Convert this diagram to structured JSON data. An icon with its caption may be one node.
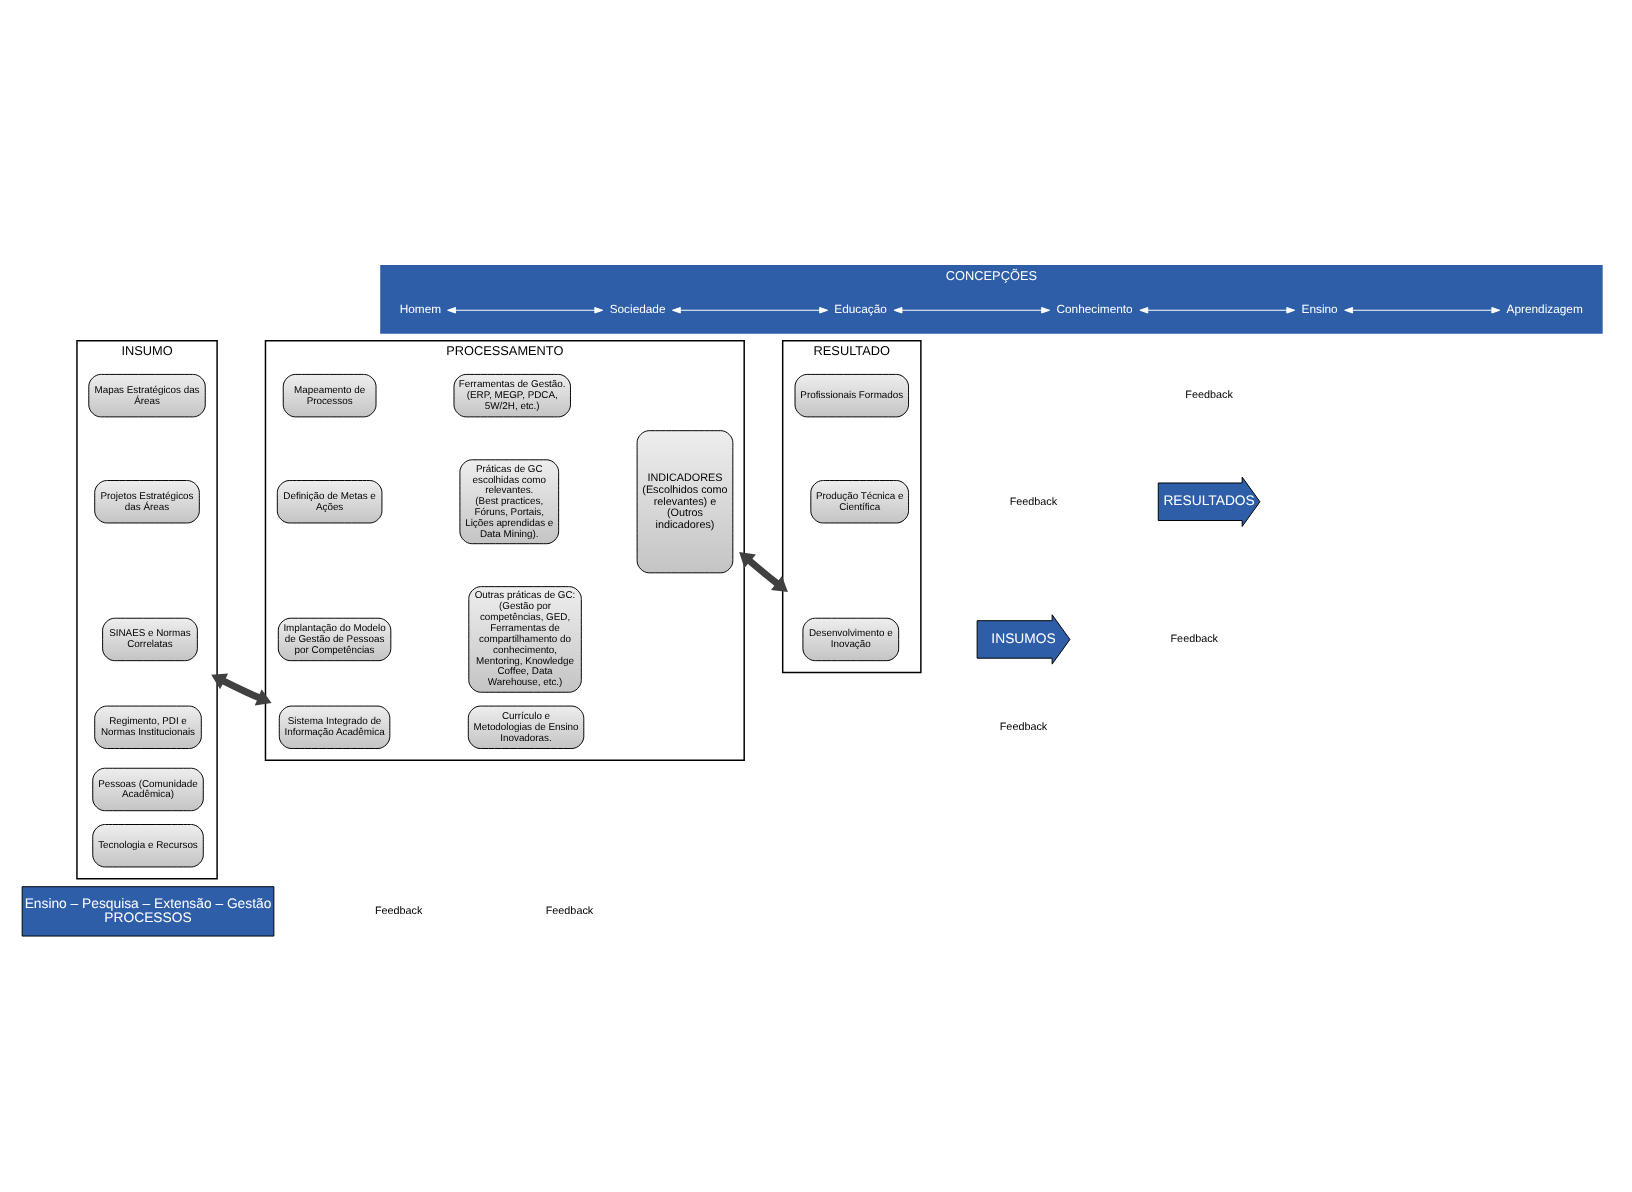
{
  "diagram": {
    "nodes": [
      {
        "text": [
          "CONCEPÇÕES"
        ]
      },
      {
        "text": [
          "Homem"
        ],
        "in": 0
      },
      {
        "text": [
          "Sociedade"
        ],
        "in": 0
      },
      {
        "text": [
          "Educação"
        ],
        "in": 0
      },
      {
        "text": [
          "Conhecimento"
        ],
        "in": 0
      },
      {
        "text": [
          "Ensino"
        ],
        "in": 0
      },
      {
        "text": [
          "Aprendizagem"
        ],
        "in": 0
      },
      {
        "text": [
          "INSUMO"
        ]
      },
      {
        "text": [
          "Mapas Estratégicos das Áreas"
        ],
        "in": 7
      },
      {
        "text": [
          "Projetos Estratégicos das Áreas"
        ],
        "in": 7
      },
      {
        "text": [
          "SINAES e Normas Correlatas"
        ],
        "in": 7
      },
      {
        "text": [
          "Regimento, PDI e Normas Institucionais"
        ],
        "in": 7
      },
      {
        "text": [
          "Pessoas (Comunidade Acadêmica)"
        ],
        "in": 7
      },
      {
        "text": [
          "Tecnologia e Recursos"
        ],
        "in": 7
      },
      {
        "text": [
          "PROCESSAMENTO"
        ]
      },
      {
        "text": [
          "Mapeamento de Processos"
        ],
        "in": 14
      },
      {
        "text": [
          "Definição de Metas e Ações"
        ],
        "in": 14
      },
      {
        "text": [
          "Implantação do Modelo de Gestão de Pessoas por Competências"
        ],
        "in": 14
      },
      {
        "text": [
          "Sistema Integrado de Informação Acadêmica"
        ],
        "in": 14
      },
      {
        "text": [
          "Ferramentas de Gestão.",
          "(ERP, MEGP, PDCA, 5W/2H, etc.)"
        ],
        "in": 14
      },
      {
        "text": [
          "Práticas de GC escolhidas como relevantes.",
          "(Best practices, Fóruns, Portais, Lições aprendidas e Data Mining)."
        ],
        "in": 14
      },
      {
        "text": [
          "Outras práticas de GC:",
          "(Gestão por competências, GED, Ferramentas de compartilhamento do conhecimento, Mentoring, Knowledge Coffee, Data Warehouse, etc.)"
        ],
        "in": 14
      },
      {
        "text": [
          "Currículo e Metodologias de Ensino Inovadoras."
        ],
        "in": 14
      },
      {
        "text": [
          "INDICADORES (Escolhidos como relevantes) e (Outros indicadores)"
        ],
        "in": 14
      },
      {
        "text": [
          "RESULTADO"
        ]
      },
      {
        "text": [
          "Profissionais Formados"
        ],
        "in": 24
      },
      {
        "text": [
          "Produção Técnica e Científica"
        ],
        "in": 24
      },
      {
        "text": [
          "Desenvolvimento e Inovação"
        ],
        "in": 24
      },
      {
        "text": [
          "INSUMOS"
        ]
      },
      {
        "text": [
          "RESULTADOS"
        ]
      },
      {
        "text": [
          "Ensino – Pesquisa – Extensão – Gestão",
          "PROCESSOS"
        ]
      }
    ],
    "edges": [
      {
        "from": 1,
        "to": 2,
        "arrow": "both"
      },
      {
        "from": 2,
        "to": 3,
        "arrow": "both"
      },
      {
        "from": 3,
        "to": 4,
        "arrow": "both"
      },
      {
        "from": 4,
        "to": 5,
        "arrow": "both"
      },
      {
        "from": 5,
        "to": 6,
        "arrow": "both"
      },
      {
        "from": 7,
        "to": 14,
        "arrow": "both",
        "style": "thick",
        "color": "#404040"
      },
      {
        "from": 14,
        "to": 24,
        "arrow": "both",
        "style": "thick",
        "color": "#404040"
      }
    ],
    "labels": [
      "Feedback",
      "Feedback",
      "Feedback",
      "Feedback",
      "Feedback",
      "Feedback"
    ]
  }
}
